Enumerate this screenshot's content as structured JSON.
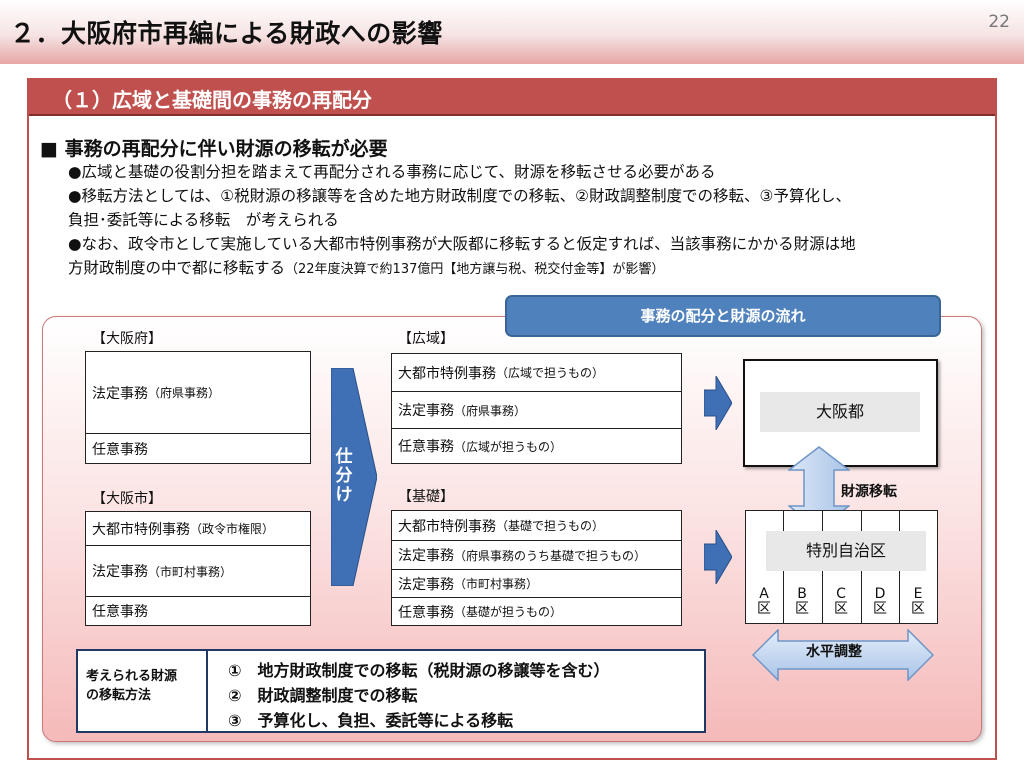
{
  "header": {
    "title": "２．大阪府市再編による財政への影響",
    "page_number": "22"
  },
  "section": {
    "title": "（１）広域と基礎間の事務の再配分"
  },
  "main": {
    "heading": "■ 事務の再配分に伴い財源の移転が必要",
    "bullets": [
      "●広域と基礎の役割分担を踏まえて再配分される事務に応じて、財源を移転させる必要がある",
      "●移転方法としては、①税財源の移譲等を含めた地方財政制度での移転、②財政調整制度での移転、③予算化し、",
      "負担･委託等による移転　が考えられる",
      "●なお、政令市として実施している大都市特例事務が大阪都に移転すると仮定すれば、当該事務にかかる財源は地",
      "方財政制度の中で都に移転する",
      "（22年度決算で約137億円【地方譲与税、税交付金等】が影響）"
    ]
  },
  "diagram": {
    "flow_button": "事務の配分と財源の流れ",
    "osakafu": {
      "label": "【大阪府】",
      "rows": [
        {
          "main": "法定事務",
          "sub": "（府県事務）"
        },
        {
          "main": "任意事務",
          "sub": ""
        }
      ]
    },
    "osakashi": {
      "label": "【大阪市】",
      "rows": [
        {
          "main": "大都市特例事務",
          "sub": "（政令市権限）"
        },
        {
          "main": "法定事務",
          "sub": "（市町村事務）"
        },
        {
          "main": "任意事務",
          "sub": ""
        }
      ]
    },
    "shiwake": "仕分け",
    "koiki": {
      "label": "【広域】",
      "rows": [
        {
          "main": "大都市特例事務",
          "sub": "（広域で担うもの）"
        },
        {
          "main": "法定事務",
          "sub": "（府県事務）"
        },
        {
          "main": "任意事務",
          "sub": "（広域が担うもの）"
        }
      ]
    },
    "kiso": {
      "label": "【基礎】",
      "rows": [
        {
          "main": "大都市特例事務",
          "sub": "（基礎で担うもの）"
        },
        {
          "main": "法定事務",
          "sub": "（府県事務のうち基礎で担うもの）"
        },
        {
          "main": "法定事務",
          "sub": "（市町村事務）"
        },
        {
          "main": "任意事務",
          "sub": "（基礎が担うもの）"
        }
      ]
    },
    "osakato": "大阪都",
    "zaigen_iten": "財源移転",
    "tokubetsu": "特別自治区",
    "wards": [
      {
        "letter": "A",
        "ku": "区"
      },
      {
        "letter": "B",
        "ku": "区"
      },
      {
        "letter": "C",
        "ku": "区"
      },
      {
        "letter": "D",
        "ku": "区"
      },
      {
        "letter": "E",
        "ku": "区"
      }
    ],
    "suihei_chosei": "水平調整",
    "method": {
      "label_line1": "考えられる財源",
      "label_line2": "の移転方法",
      "items": [
        "①　地方財政制度での移転（税財源の移譲等を含む）",
        "②　財政調整制度での移転",
        "③　予算化し、負担、委託等による移転"
      ]
    }
  },
  "colors": {
    "accent_red": "#c0504d",
    "flow_blue": "#4f81bd",
    "arrow_blue": "#3f6fb5",
    "light_blue": "#c5d9f1"
  }
}
